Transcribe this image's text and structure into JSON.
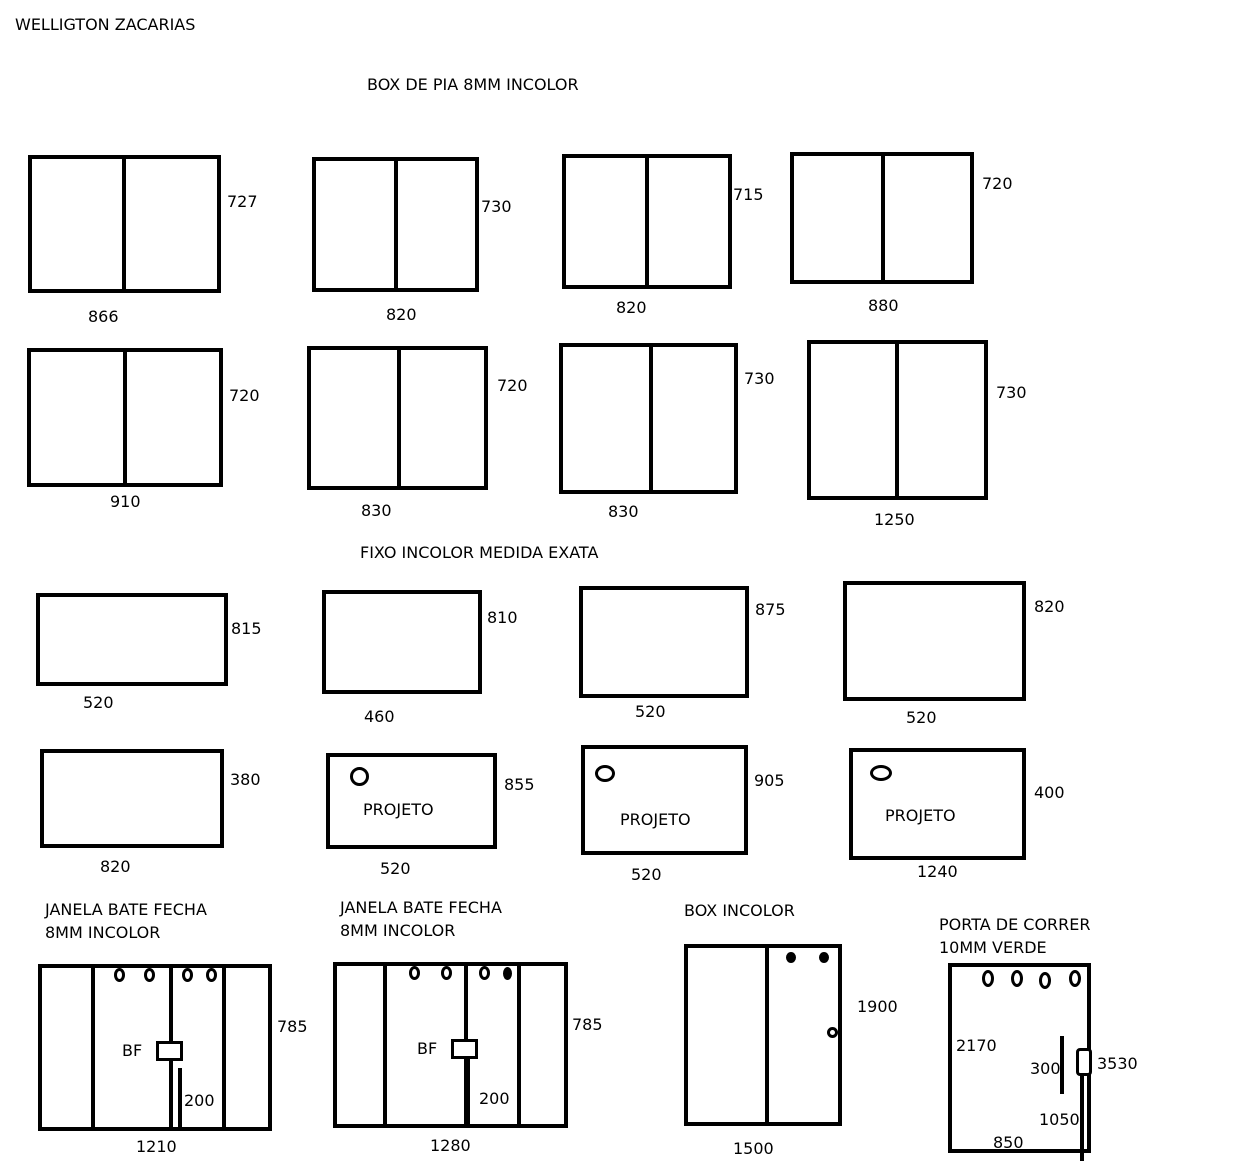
{
  "header": {
    "client_name": "WELLIGTON ZACARIAS"
  },
  "sections": {
    "box_pia_title": "BOX DE PIA 8MM INCOLOR",
    "fixo_title": "FIXO INCOLOR MEDIDA EXATA"
  },
  "box_pia": [
    {
      "width": "866",
      "height": "727"
    },
    {
      "width": "820",
      "height": "730"
    },
    {
      "width": "820",
      "height": "715"
    },
    {
      "width": "880",
      "height": "720"
    },
    {
      "width": "910",
      "height": "720"
    },
    {
      "width": "830",
      "height": "720"
    },
    {
      "width": "830",
      "height": "730"
    },
    {
      "width": "1250",
      "height": "730"
    }
  ],
  "fixo": [
    {
      "width": "520",
      "height": "815"
    },
    {
      "width": "460",
      "height": "810"
    },
    {
      "width": "520",
      "height": "875"
    },
    {
      "width": "520",
      "height": "820"
    },
    {
      "width": "820",
      "height": "380"
    },
    {
      "width": "520",
      "height": "855",
      "label": "PROJETO"
    },
    {
      "width": "520",
      "height": "905",
      "label": "PROJETO"
    },
    {
      "width": "1240",
      "height": "400",
      "label": "PROJETO"
    }
  ],
  "janelas": [
    {
      "title_line1": "JANELA BATE FECHA",
      "title_line2": "8MM INCOLOR",
      "width": "1210",
      "height": "785",
      "bf_label": "BF",
      "handle_measure": "200"
    },
    {
      "title_line1": "JANELA BATE FECHA",
      "title_line2": "8MM INCOLOR",
      "width": "1280",
      "height": "785",
      "bf_label": "BF",
      "handle_measure": "200"
    }
  ],
  "box_incolor": {
    "title": "BOX INCOLOR",
    "width": "1500",
    "height": "1900"
  },
  "porta_correr": {
    "title_line1": "PORTA DE CORRER",
    "title_line2": "10MM VERDE",
    "left_height": "2170",
    "handle_measure": "300",
    "right_height": "3530",
    "bottom_segment": "1050",
    "width": "850"
  }
}
